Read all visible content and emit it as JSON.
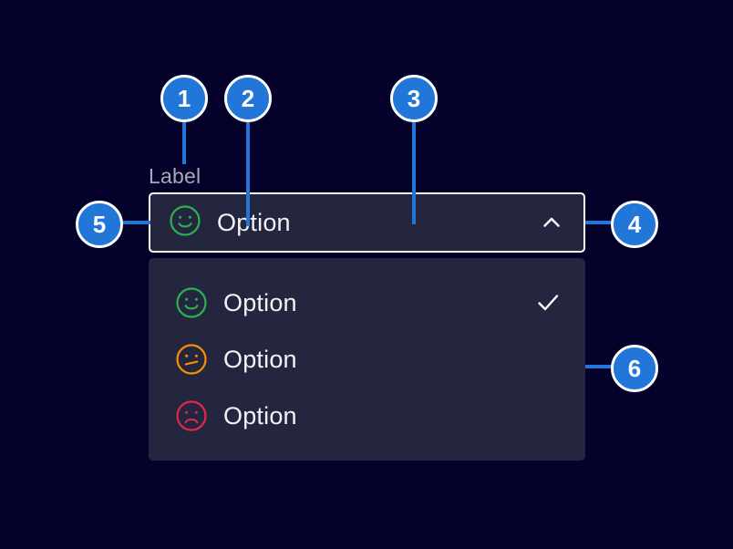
{
  "theme": {
    "background": "#04012b",
    "surface": "#24263f",
    "accent": "#2176d8",
    "text_primary": "#f2f2f5",
    "text_muted": "#a9a9b6",
    "border": "#ffffff",
    "happy_color": "#2bb14f",
    "neutral_color": "#f59000",
    "sad_color": "#e0294a"
  },
  "field": {
    "label": "Label",
    "selected_value": "Option",
    "selected_icon": "happy-face-icon",
    "expanded": true,
    "chevron_icon": "chevron-up-icon"
  },
  "dropdown": {
    "options": [
      {
        "label": "Option",
        "icon": "happy-face-icon",
        "icon_color": "#2bb14f",
        "selected": true
      },
      {
        "label": "Option",
        "icon": "neutral-face-icon",
        "icon_color": "#f59000",
        "selected": false
      },
      {
        "label": "Option",
        "icon": "sad-face-icon",
        "icon_color": "#e0294a",
        "selected": false
      }
    ],
    "check_icon": "check-icon"
  },
  "callouts": [
    {
      "number": "1",
      "target": "field-label"
    },
    {
      "number": "2",
      "target": "selected-option-icon"
    },
    {
      "number": "3",
      "target": "select-control"
    },
    {
      "number": "4",
      "target": "chevron-toggle"
    },
    {
      "number": "5",
      "target": "select-control-left-edge"
    },
    {
      "number": "6",
      "target": "dropdown-panel"
    }
  ]
}
